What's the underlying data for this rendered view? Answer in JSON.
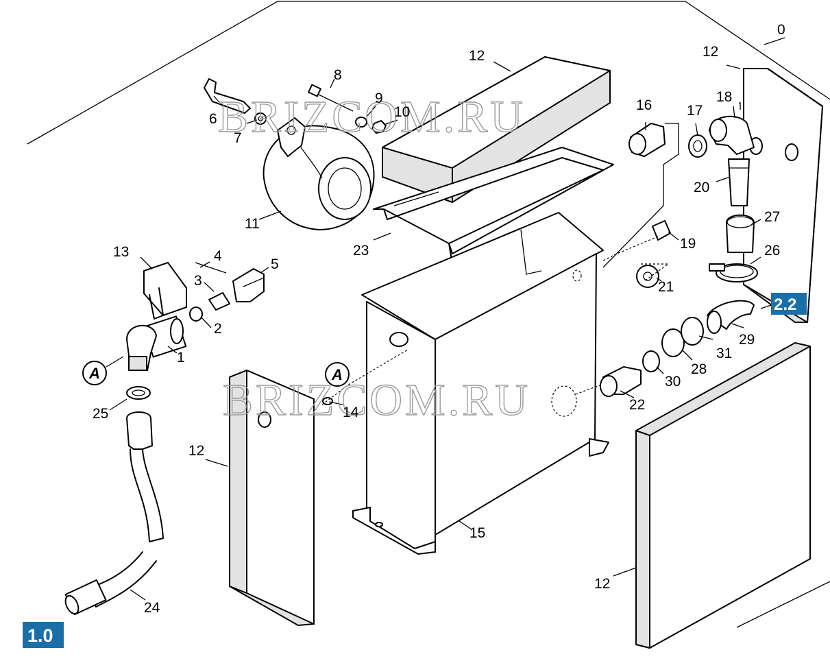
{
  "callouts": [
    {
      "id": "c0",
      "text": "0"
    },
    {
      "id": "c1",
      "text": "1"
    },
    {
      "id": "c2",
      "text": "2"
    },
    {
      "id": "c3",
      "text": "3"
    },
    {
      "id": "c4",
      "text": "4"
    },
    {
      "id": "c5",
      "text": "5"
    },
    {
      "id": "c6",
      "text": "6"
    },
    {
      "id": "c7",
      "text": "7"
    },
    {
      "id": "c8",
      "text": "8"
    },
    {
      "id": "c9",
      "text": "9"
    },
    {
      "id": "c10",
      "text": "10"
    },
    {
      "id": "c11",
      "text": "11"
    },
    {
      "id": "c12a",
      "text": "12"
    },
    {
      "id": "c12b",
      "text": "12"
    },
    {
      "id": "c12c",
      "text": "12"
    },
    {
      "id": "c12d",
      "text": "12"
    },
    {
      "id": "c13",
      "text": "13"
    },
    {
      "id": "c14",
      "text": "14"
    },
    {
      "id": "c15",
      "text": "15"
    },
    {
      "id": "c16",
      "text": "16"
    },
    {
      "id": "c17",
      "text": "17"
    },
    {
      "id": "c18",
      "text": "18"
    },
    {
      "id": "c19",
      "text": "19"
    },
    {
      "id": "c20",
      "text": "20"
    },
    {
      "id": "c21",
      "text": "21"
    },
    {
      "id": "c22",
      "text": "22"
    },
    {
      "id": "c23",
      "text": "23"
    },
    {
      "id": "c24",
      "text": "24"
    },
    {
      "id": "c25",
      "text": "25"
    },
    {
      "id": "c26",
      "text": "26"
    },
    {
      "id": "c27",
      "text": "27"
    },
    {
      "id": "c28",
      "text": "28"
    },
    {
      "id": "c29",
      "text": "29"
    },
    {
      "id": "c30",
      "text": "30"
    },
    {
      "id": "c31",
      "text": "31"
    }
  ],
  "connection_markers": [
    "A",
    "A"
  ],
  "section_badges": {
    "main": "1.0",
    "reference": "2.2"
  },
  "watermark": "BRIZCOM.RU",
  "colors": {
    "badge": "#1b6fa8",
    "line": "#000000",
    "watermark": "#9a9a9a"
  }
}
